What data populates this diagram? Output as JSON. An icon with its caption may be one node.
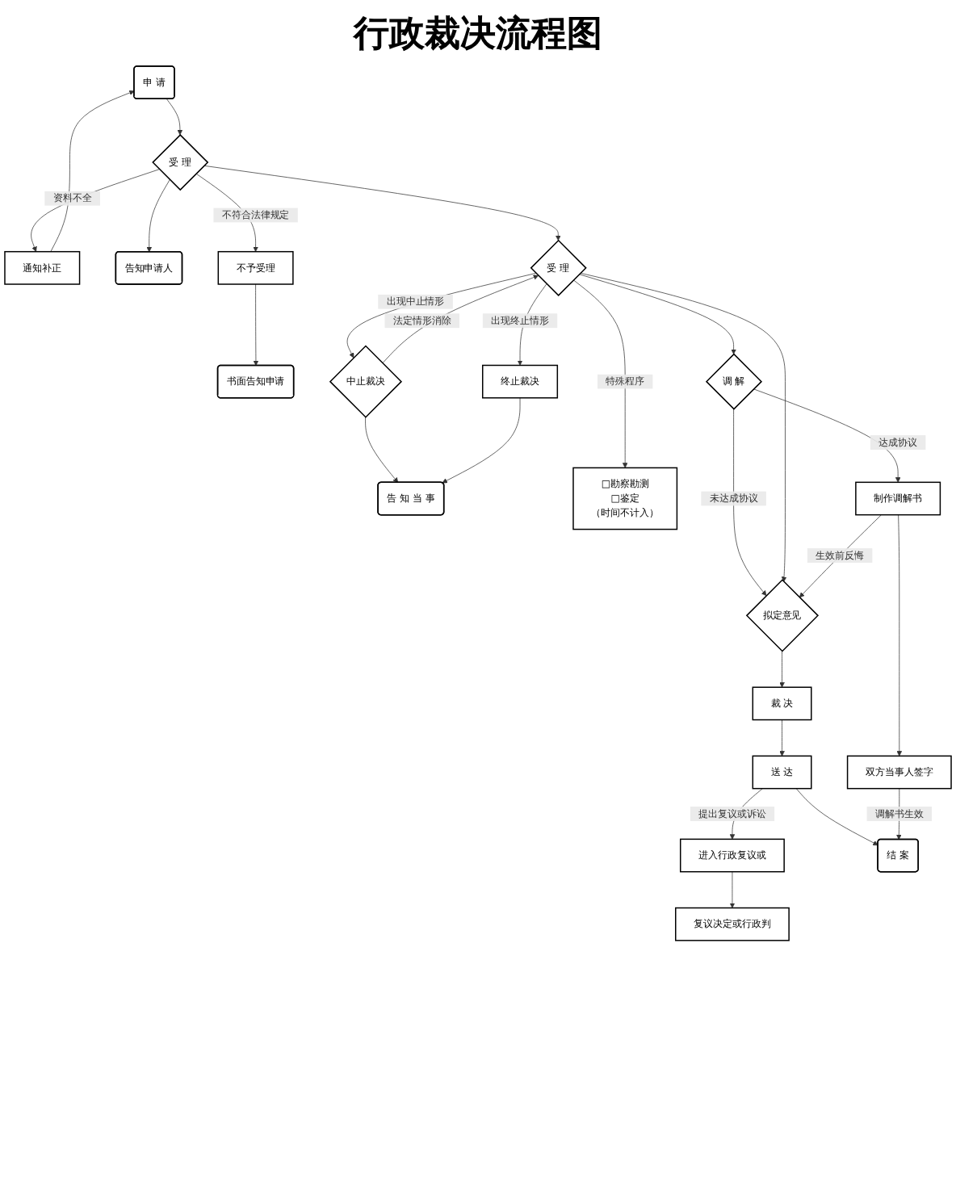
{
  "diagram": {
    "title": "行政裁决流程图",
    "nodes": [
      {
        "text": [
          "申 请"
        ]
      },
      {
        "text": [
          "通知补正"
        ]
      },
      {
        "text": [
          "受 理"
        ]
      },
      {
        "text": [
          "告知申请人"
        ]
      },
      {
        "text": [
          "不予受理"
        ]
      },
      {
        "text": [
          "书面告知申请"
        ]
      },
      {
        "text": [
          "中止裁决"
        ]
      },
      {
        "text": [
          "受 理"
        ]
      },
      {
        "text": [
          "调 解"
        ]
      },
      {
        "text": [
          "告 知 当 事"
        ]
      },
      {
        "text": [
          "终止裁决"
        ]
      },
      {
        "text": [
          "□勘察勘测",
          "□鉴定",
          "（时间不计入）"
        ]
      },
      {
        "text": [
          "制作调解书"
        ]
      },
      {
        "text": [
          "拟定意见"
        ]
      },
      {
        "text": [
          "双方当事人签字"
        ]
      },
      {
        "text": [
          "裁 决"
        ]
      },
      {
        "text": [
          "送 达"
        ]
      },
      {
        "text": [
          "进入行政复议或"
        ]
      },
      {
        "text": [
          "复议决定或行政判"
        ]
      },
      {
        "text": [
          "结 案"
        ]
      }
    ],
    "edges": [
      {
        "from": 0,
        "to": 2,
        "arrow": "to"
      },
      {
        "from": 2,
        "to": 1,
        "arrow": "to",
        "label": "资料不全"
      },
      {
        "from": 1,
        "to": 0,
        "arrow": "to"
      },
      {
        "from": 2,
        "to": 3,
        "arrow": "to"
      },
      {
        "from": 2,
        "to": 4,
        "arrow": "to",
        "label": "不符合法律规定"
      },
      {
        "from": 4,
        "to": 5,
        "arrow": "to"
      },
      {
        "from": 2,
        "to": 7,
        "arrow": "to"
      },
      {
        "from": 6,
        "to": 7,
        "arrow": "to",
        "label": "法定情形消除"
      },
      {
        "from": 7,
        "to": 6,
        "arrow": "to",
        "label": "出现中止情形"
      },
      {
        "from": 7,
        "to": 10,
        "arrow": "to",
        "label": "出现终止情形"
      },
      {
        "from": 6,
        "to": 9,
        "arrow": "to"
      },
      {
        "from": 10,
        "to": 9,
        "arrow": "to"
      },
      {
        "from": 7,
        "to": 8,
        "arrow": "to"
      },
      {
        "from": 8,
        "to": 13,
        "arrow": "to",
        "label": "未达成协议"
      },
      {
        "from": 8,
        "to": 12,
        "arrow": "to",
        "label": "达成协议"
      },
      {
        "from": 7,
        "to": 13,
        "arrow": "to"
      },
      {
        "from": 7,
        "to": 11,
        "arrow": "to",
        "label": "特殊程序"
      },
      {
        "from": 12,
        "to": 13,
        "arrow": "to",
        "label": "生效前反悔"
      },
      {
        "from": 12,
        "to": 14,
        "arrow": "to"
      },
      {
        "from": 13,
        "to": 15,
        "arrow": "to"
      },
      {
        "from": 15,
        "to": 16,
        "arrow": "to"
      },
      {
        "from": 16,
        "to": 17,
        "arrow": "to",
        "label": "提出复议或诉讼"
      },
      {
        "from": 17,
        "to": 18,
        "arrow": "to"
      },
      {
        "from": 16,
        "to": 19,
        "arrow": "to"
      },
      {
        "from": 14,
        "to": 19,
        "arrow": "to",
        "label": "调解书生效"
      }
    ]
  }
}
